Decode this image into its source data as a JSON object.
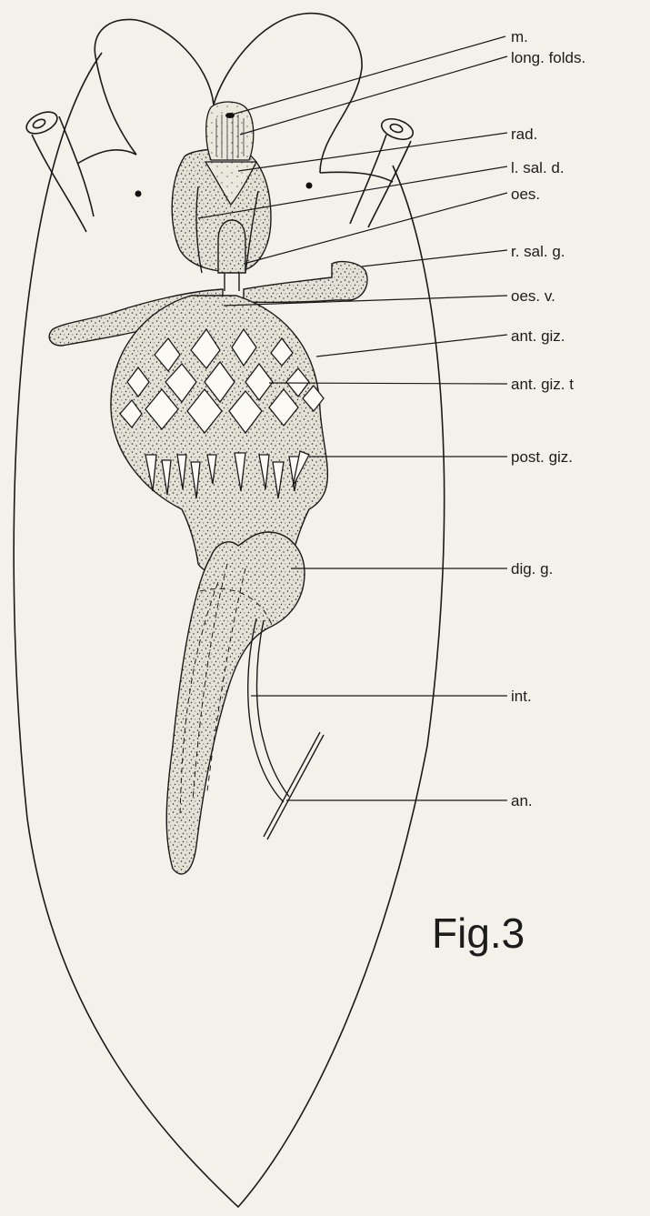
{
  "figure_label": "Fig.3",
  "labels": {
    "m": "m.",
    "long_folds": "long. folds.",
    "rad": "rad.",
    "l_sal_d": "l. sal. d.",
    "oes": "oes.",
    "r_sal_g": "r. sal. g.",
    "oes_v": "oes. v.",
    "ant_giz": "ant. giz.",
    "ant_giz_t": "ant. giz. t",
    "post_giz": "post. giz.",
    "dig_g": "dig. g.",
    "int": "int.",
    "an": "an."
  }
}
